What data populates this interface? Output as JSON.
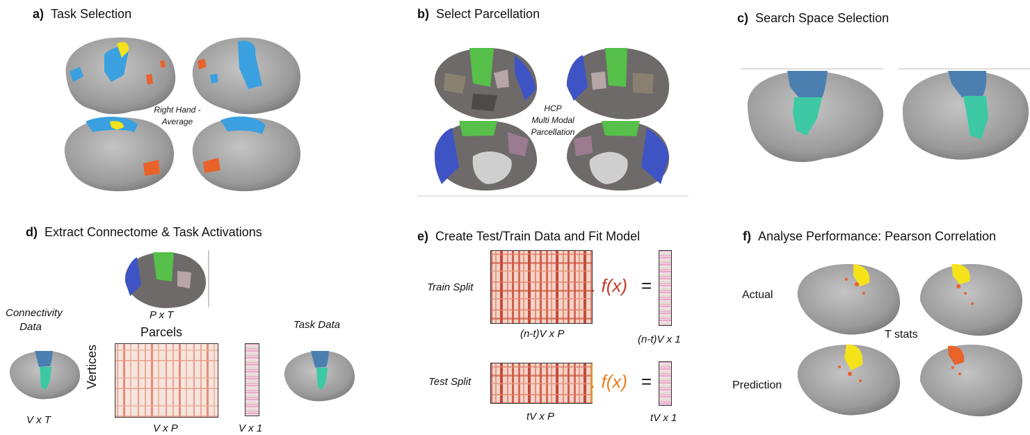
{
  "panels": {
    "a": {
      "label": "a)",
      "title": "Task Selection",
      "center_label": "Right Hand -\nAverage"
    },
    "b": {
      "label": "b)",
      "title": "Select Parcellation",
      "center_label": "HCP\nMulti Modal\nParcellation"
    },
    "c": {
      "label": "c)",
      "title": "Search Space Selection"
    },
    "d": {
      "label": "d)",
      "title": "Extract Connectome & Task Activations",
      "connectivity_label": "Connectivity\nData",
      "task_label": "Task Data",
      "pxt": "P x T",
      "parcels": "Parcels",
      "vertices": "Vertices",
      "vxt": "V x T",
      "vxp": "V x P",
      "vx1": "V x 1"
    },
    "e": {
      "label": "e)",
      "title": "Create Test/Train Data and Fit Model",
      "train_split": "Train Split",
      "test_split": "Test Split",
      "train_dims": "(n-t)V x P",
      "train_out": "(n-t)V x 1",
      "test_dims": "tV x P",
      "test_out": "tV x 1",
      "fx": "f(x)",
      "dot": ".",
      "equals": "="
    },
    "f": {
      "label": "f)",
      "title": "Analyse Performance: Pearson Correlation",
      "actual": "Actual",
      "prediction": "Prediction",
      "tstats": "T stats"
    }
  },
  "colors": {
    "brain": "#9a9a9a",
    "activation_blue": "#3aa0e0",
    "activation_orange": "#e8622a",
    "activation_yellow": "#f5e21a",
    "search_teal": "#3cc9a4",
    "search_blue": "#4a7fb0",
    "matrix_red": "#c0392b",
    "fx_train": "#c0392b",
    "fx_test": "#e67e22"
  }
}
